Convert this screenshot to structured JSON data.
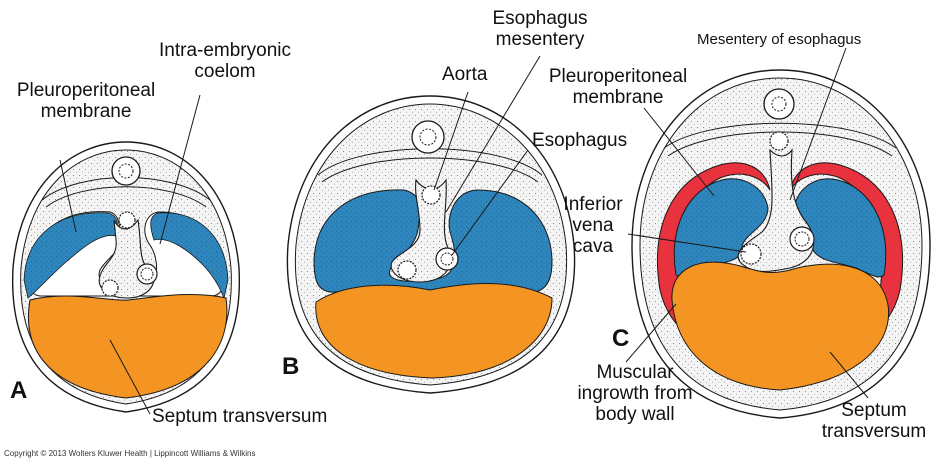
{
  "colors": {
    "coelom_blue": "#2e86bd",
    "septum_orange": "#f49423",
    "muscle_red": "#e8323e",
    "tissue": "#f4f4f4",
    "outline": "#1a1a1a"
  },
  "panels": [
    {
      "letter": "A",
      "labels": {
        "pleuroperitoneal": [
          "Pleuroperitoneal",
          "membrane"
        ],
        "coelom": [
          "Intra-embryonic",
          "coelom"
        ],
        "septum": "Septum transversum"
      }
    },
    {
      "letter": "B",
      "labels": {
        "esophagus_mesentery": [
          "Esophagus",
          "mesentery"
        ],
        "aorta": "Aorta",
        "esophagus": "Esophagus"
      }
    },
    {
      "letter": "C",
      "labels": {
        "mesentery_of_esophagus": "Mesentery of esophagus",
        "pleuroperitoneal": [
          "Pleuroperitoneal",
          "membrane"
        ],
        "ivc": [
          "Inferior",
          "vena",
          "cava"
        ],
        "muscular": [
          "Muscular",
          "ingrowth from",
          "body wall"
        ],
        "septum": [
          "Septum",
          "transversum"
        ]
      }
    }
  ],
  "copyright": "Copyright © 2013 Wolters Kluwer Health | Lippincott Williams & Wilkins"
}
